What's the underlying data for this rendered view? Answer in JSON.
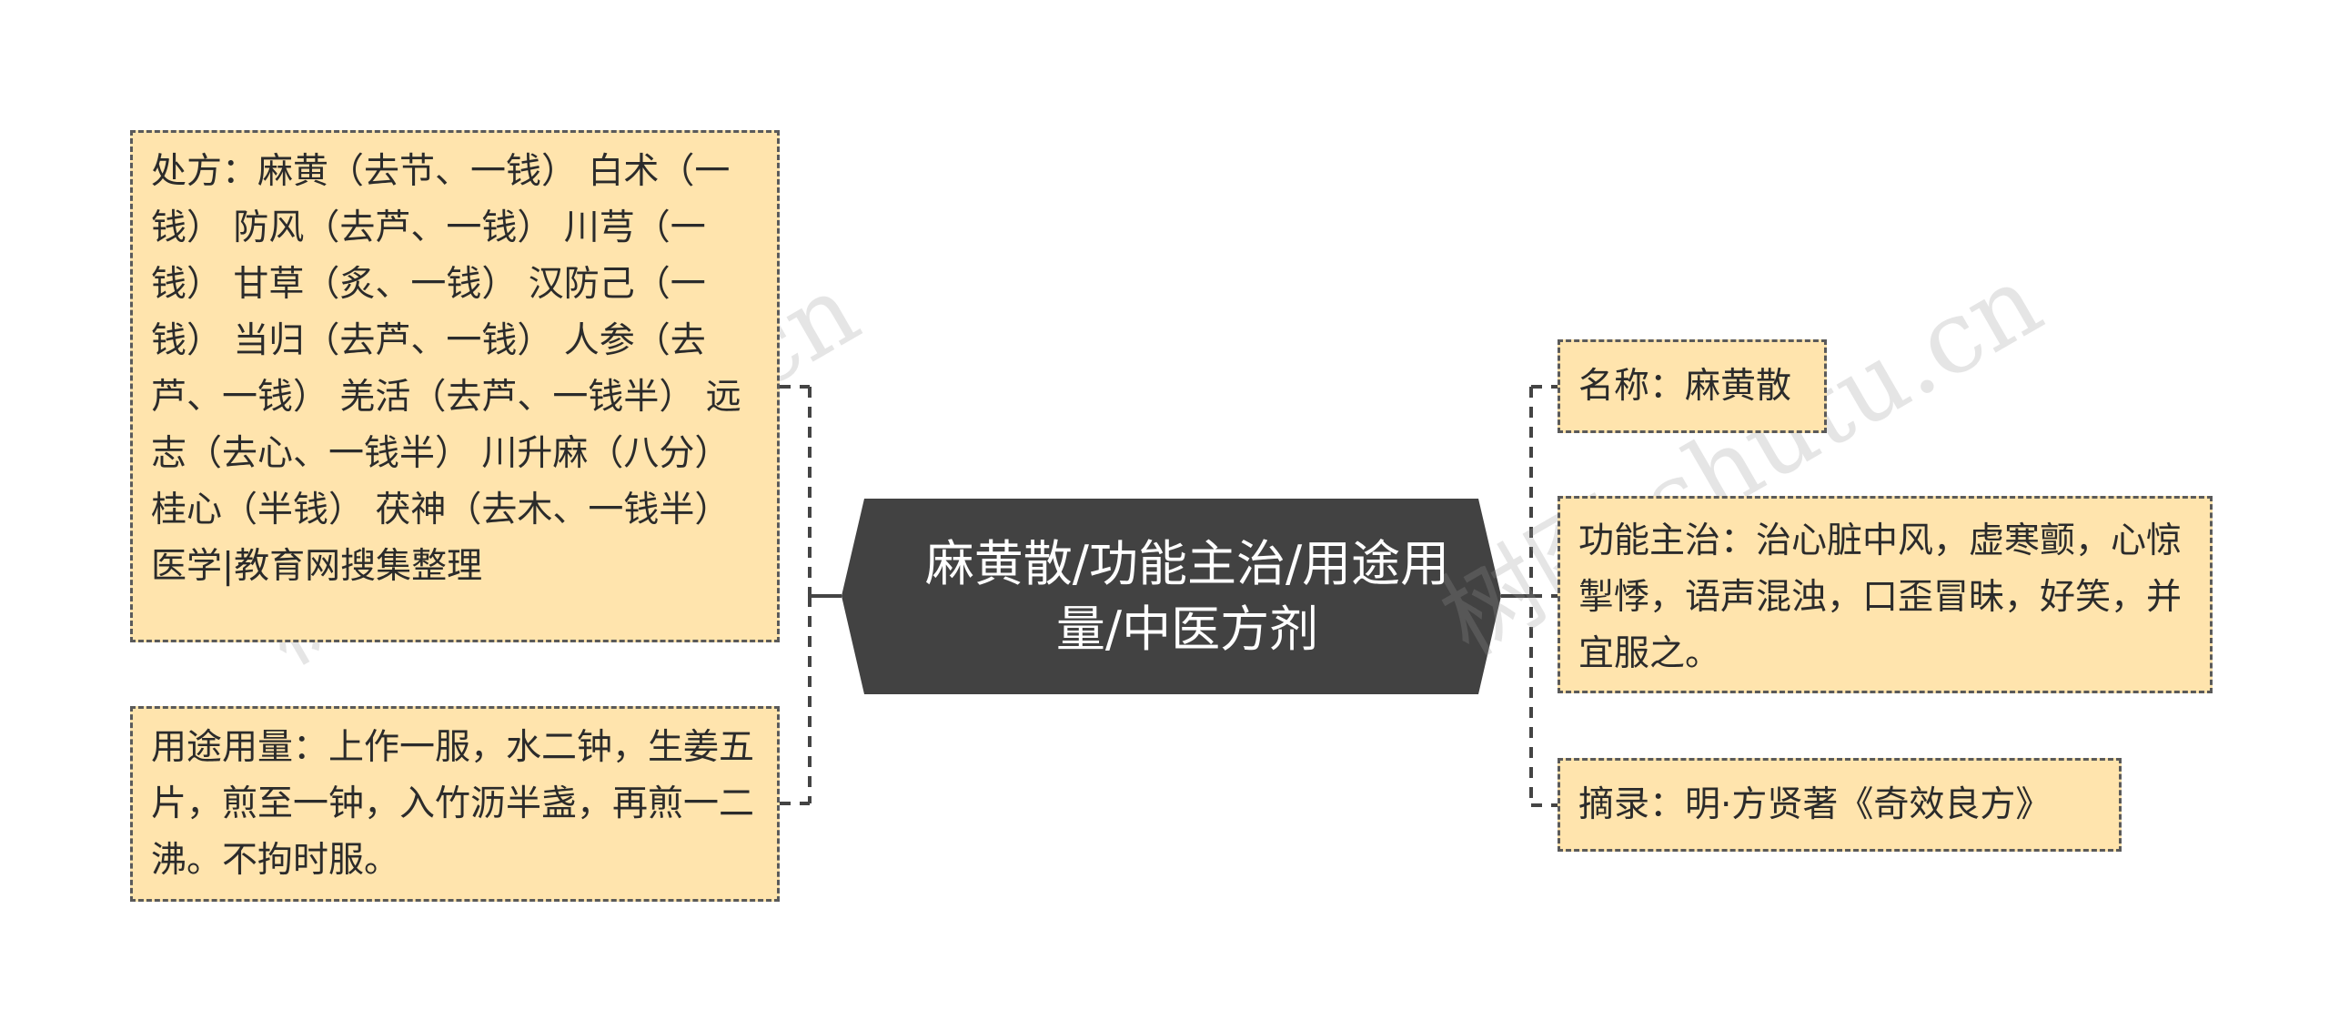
{
  "central": {
    "title": "麻黄散/功能主治/用途用量/中医方剂"
  },
  "left_nodes": [
    {
      "id": "prescription",
      "text": "处方：麻黄（去节、一钱） 白术（一钱） 防风（去芦、一钱） 川芎（一钱） 甘草（炙、一钱） 汉防己（一钱） 当归（去芦、一钱） 人参（去芦、一钱） 羌活（去芦、一钱半） 远志（去心、一钱半） 川升麻（八分） 桂心（半钱） 茯神（去木、一钱半）医学|教育网搜集整理"
    },
    {
      "id": "usage",
      "text": "用途用量：上作一服，水二钟，生姜五片，煎至一钟，入竹沥半盏，再煎一二沸。不拘时服。"
    }
  ],
  "right_nodes": [
    {
      "id": "name",
      "text": "名称：麻黄散"
    },
    {
      "id": "function",
      "text": "功能主治：治心脏中风，虚寒颤，心惊掣悸，语声混浊，口歪冒昧，好笑，并宜服之。"
    },
    {
      "id": "excerpt",
      "text": "摘录：明·方贤著《奇效良方》"
    }
  ],
  "watermark": {
    "text": "树图 shutu.cn"
  },
  "colors": {
    "central_fill": "#424242",
    "central_text": "#ffffff",
    "node_fill": "#ffe4ad",
    "node_border": "#5a5a5a",
    "connector": "#444444"
  }
}
